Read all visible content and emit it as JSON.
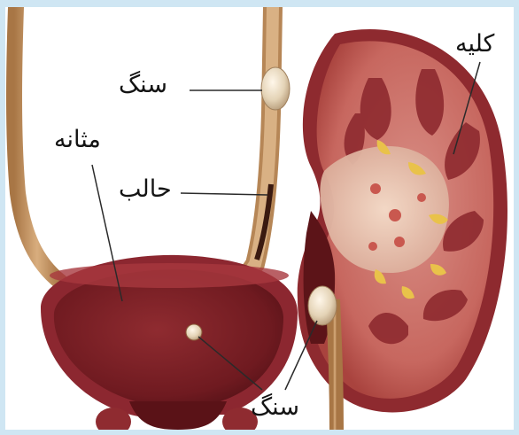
{
  "labels": {
    "stone_ureter": "سنگ",
    "bladder": "مثانه",
    "ureter": "حالب",
    "kidney": "کلیه",
    "stone_bottom": "سنگ"
  },
  "colors": {
    "frame_border": "#cfe6f3",
    "background": "#ffffff",
    "bladder_dark": "#7a1c22",
    "bladder_mid": "#a4343a",
    "kidney_cortex": "#c56a63",
    "kidney_pyramid": "#8e2a2f",
    "ureter_tan": "#c99a6a",
    "stone": "#e9dcc7",
    "fat_yellow": "#e9c24a"
  }
}
